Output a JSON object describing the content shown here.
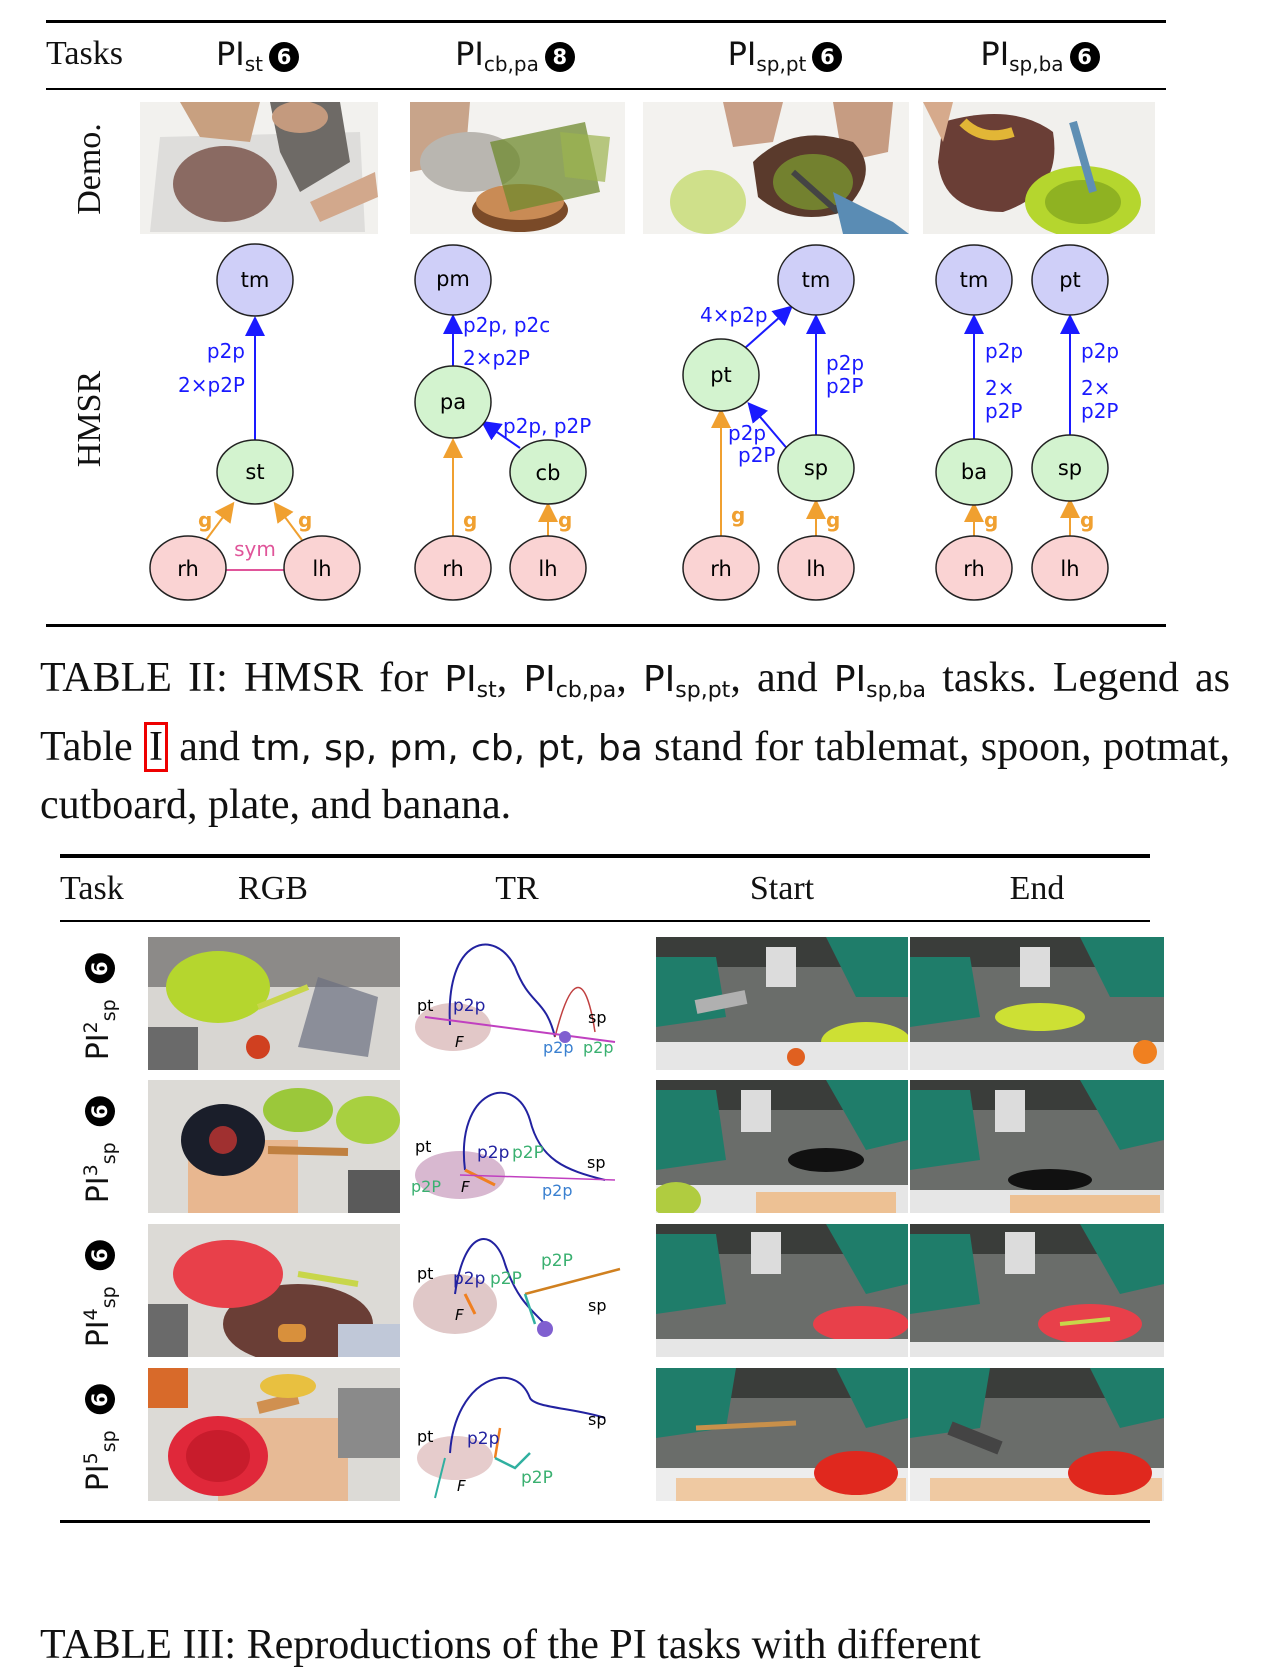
{
  "table2": {
    "header_tasks": "Tasks",
    "columns": [
      {
        "base": "PI",
        "sub": "st",
        "badge": "6"
      },
      {
        "base": "PI",
        "sub": "cb,pa",
        "badge": "8"
      },
      {
        "base": "PI",
        "sub": "sp,pt",
        "badge": "6"
      },
      {
        "base": "PI",
        "sub": "sp,ba",
        "badge": "6"
      }
    ],
    "row_demo": "Demo.",
    "row_hmsr": "HMSR",
    "graph1": {
      "tm": "tm",
      "st": "st",
      "rh": "rh",
      "lh": "lh",
      "e1a": "p2p",
      "e1b": "2×p2P",
      "g": "g",
      "sym": "sym"
    },
    "graph2": {
      "pm": "pm",
      "pa": "pa",
      "cb": "cb",
      "rh": "rh",
      "lh": "lh",
      "e1a": "p2p, p2c",
      "e1b": "2×p2P",
      "e2": "p2p, p2P",
      "g": "g"
    },
    "graph3": {
      "tm": "tm",
      "pt": "pt",
      "sp": "sp",
      "rh": "rh",
      "lh": "lh",
      "e1": "4×p2p",
      "e2a": "p2p",
      "e2b": "p2P",
      "e3a": "p2p",
      "e3b": "p2P",
      "g": "g"
    },
    "graph4": {
      "tm": "tm",
      "pt": "pt",
      "ba": "ba",
      "sp": "sp",
      "rh": "rh",
      "lh": "lh",
      "ea": "p2p",
      "eb": "2×",
      "ec": "p2P",
      "g": "g"
    }
  },
  "caption2": {
    "pre": "TABLE II: HMSR for",
    "t1": {
      "base": "PI",
      "sub": "st"
    },
    "t2": {
      "base": "PI",
      "sub": "cb,pa"
    },
    "t3": {
      "base": "PI",
      "sub": "sp,pt"
    },
    "and": ", and",
    "t4": {
      "base": "PI",
      "sub": "sp,ba"
    },
    "mid1": "tasks. Legend as Table",
    "ref": "I",
    "mid2": "and",
    "abbr": "tm, sp, pm, cb, pt, ba",
    "mid3": "stand for tablemat, spoon, potmat, cutboard, plate, and banana."
  },
  "table3": {
    "headers": [
      "Task",
      "RGB",
      "TR",
      "Start",
      "End"
    ],
    "rows": [
      {
        "base": "PI",
        "sup": "2",
        "sub": "sp",
        "badge": "6",
        "tr": {
          "pt": "pt",
          "p2p": "p2p",
          "sp": "sp",
          "p2p_b": "p2p",
          "p2p_g": "p2p",
          "f": "F"
        }
      },
      {
        "base": "PI",
        "sup": "3",
        "sub": "sp",
        "badge": "6",
        "tr": {
          "pt": "pt",
          "p2p": "p2p",
          "p2P": "p2P",
          "p2P_l": "p2P",
          "sp": "sp",
          "p2p_b": "p2p",
          "f": "F"
        }
      },
      {
        "base": "PI",
        "sup": "4",
        "sub": "sp",
        "badge": "6",
        "tr": {
          "pt": "pt",
          "p2p": "p2p",
          "p2P": "p2P",
          "p2P_top": "p2P",
          "sp": "sp",
          "f": "F"
        }
      },
      {
        "base": "PI",
        "sup": "5",
        "sub": "sp",
        "badge": "6",
        "tr": {
          "pt": "pt",
          "p2p": "p2p",
          "sp": "sp",
          "p2P": "p2P",
          "f": "F"
        }
      }
    ]
  },
  "caption3_partial": "TABLE III: Reproductions of the PI tasks with different"
}
